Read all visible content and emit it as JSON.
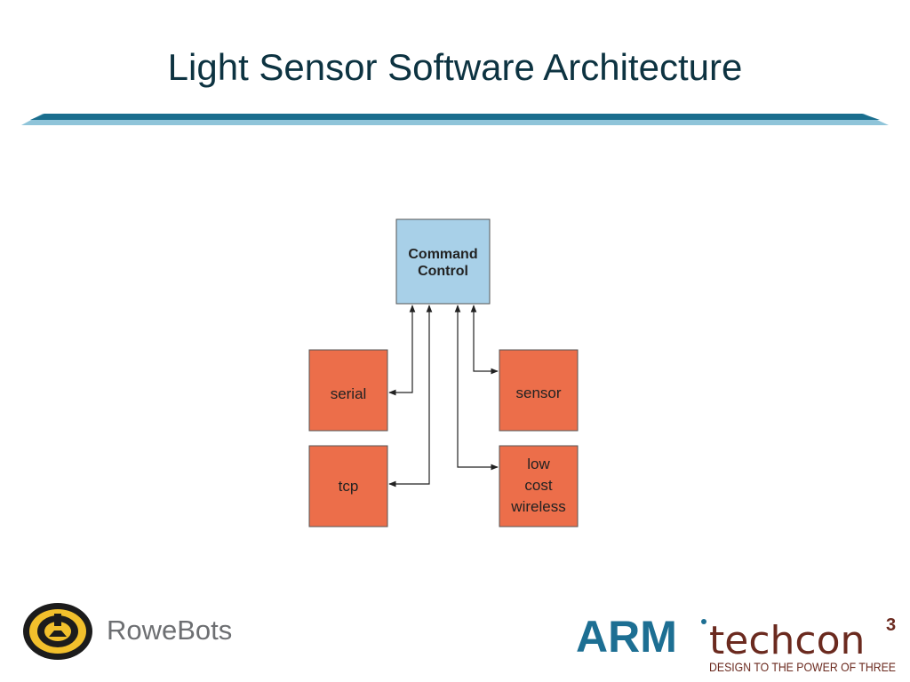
{
  "slide": {
    "title": "Light Sensor Software Architecture"
  },
  "diagram": {
    "command_node": {
      "line1": "Command",
      "line2": "Control"
    },
    "nodes": {
      "serial": "serial",
      "tcp": "tcp",
      "sensor": "sensor",
      "wireless": [
        "low",
        "cost",
        "wireless"
      ]
    },
    "colors": {
      "command_fill": "#a8d0e8",
      "node_fill": "#ec6e4a",
      "border": "#555555",
      "arrow": "#222222"
    }
  },
  "footer": {
    "left_logo": {
      "name": "RoweBots",
      "icon": "rowebots-emblem-icon"
    },
    "right_logo": {
      "brand": "ARM",
      "product": "techcon",
      "superscript": "3",
      "tagline": "DESIGN TO THE POWER OF THREE"
    }
  },
  "theme": {
    "title_color": "#0d3341",
    "rule_dark": "#1a6e8e",
    "rule_light": "#8fc4d9",
    "arm_blue": "#1d6f93",
    "techcon_brown": "#6b2a1f",
    "logo_yellow": "#f2c02c"
  }
}
